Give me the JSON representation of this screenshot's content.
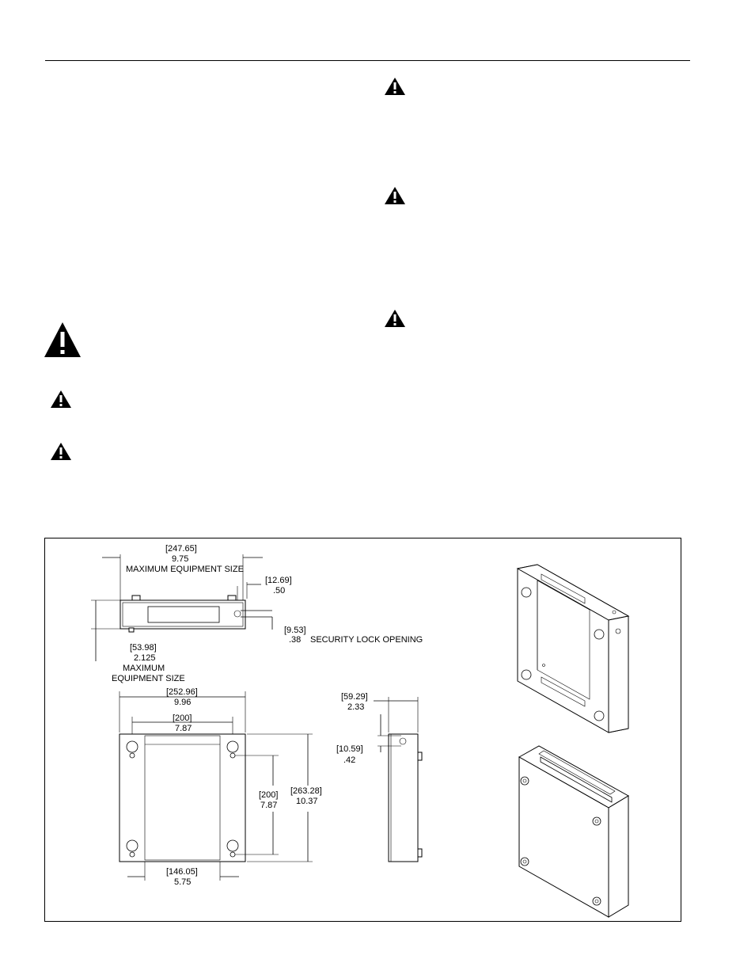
{
  "warning_icons": [
    {
      "name": "warning-icon-right-1",
      "size": "small"
    },
    {
      "name": "warning-icon-right-2",
      "size": "small"
    },
    {
      "name": "warning-icon-right-3",
      "size": "small"
    },
    {
      "name": "warning-icon-left-large",
      "size": "large"
    },
    {
      "name": "warning-icon-left-1",
      "size": "small"
    },
    {
      "name": "warning-icon-left-2",
      "size": "small"
    }
  ],
  "drawing": {
    "top_width_mm": "[247.65]",
    "top_width_in": "9.75",
    "top_width_label": "MAXIMUM EQUIPMENT SIZE",
    "lock_offset_mm": "[12.69]",
    "lock_offset_in": ".50",
    "lock_size_mm": "[9.53]",
    "lock_size_in": ".38",
    "lock_label": "SECURITY LOCK OPENING",
    "height_mm": "[53.98]",
    "height_in": "2.125",
    "height_label_1": "MAXIMUM",
    "height_label_2": "EQUIPMENT SIZE",
    "front_width_mm": "[252.96]",
    "front_width_in": "9.96",
    "hole_spacing_h_mm": "[200]",
    "hole_spacing_h_in": "7.87",
    "hole_spacing_v_mm": "[200]",
    "hole_spacing_v_in": "7.87",
    "front_height_mm": "[263.28]",
    "front_height_in": "10.37",
    "bottom_width_mm": "[146.05]",
    "bottom_width_in": "5.75",
    "side_depth_mm": "[59.29]",
    "side_depth_in": "2.33",
    "side_offset_mm": "[10.59]",
    "side_offset_in": ".42"
  }
}
